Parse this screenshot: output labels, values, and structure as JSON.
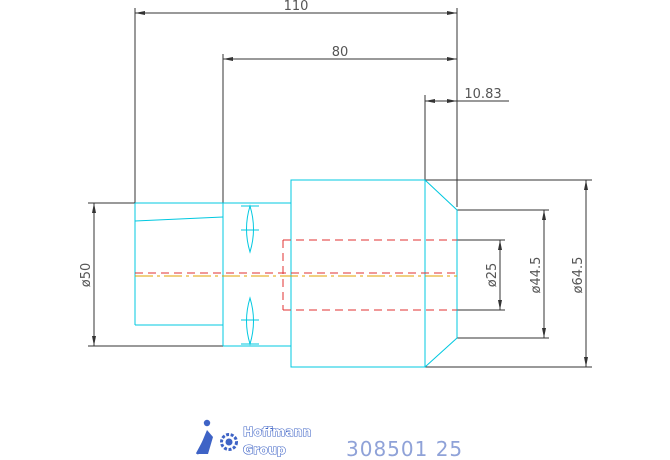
{
  "dimensions": {
    "overall_length": "110",
    "body_length": "80",
    "chamfer_length": "10.83",
    "shank_diameter": "ø50",
    "bore_diameter": "ø25",
    "front_diameter": "ø44.5",
    "body_diameter": "ø64.5"
  },
  "brand": {
    "line1": "Hoffmann",
    "line2": "Group",
    "color": "#3e63c6"
  },
  "part_number": "308501 25",
  "colors": {
    "outline": "#00c8e0",
    "dimension": "#333333",
    "hidden_line": "#e03030",
    "center_line": "#e0a000"
  }
}
